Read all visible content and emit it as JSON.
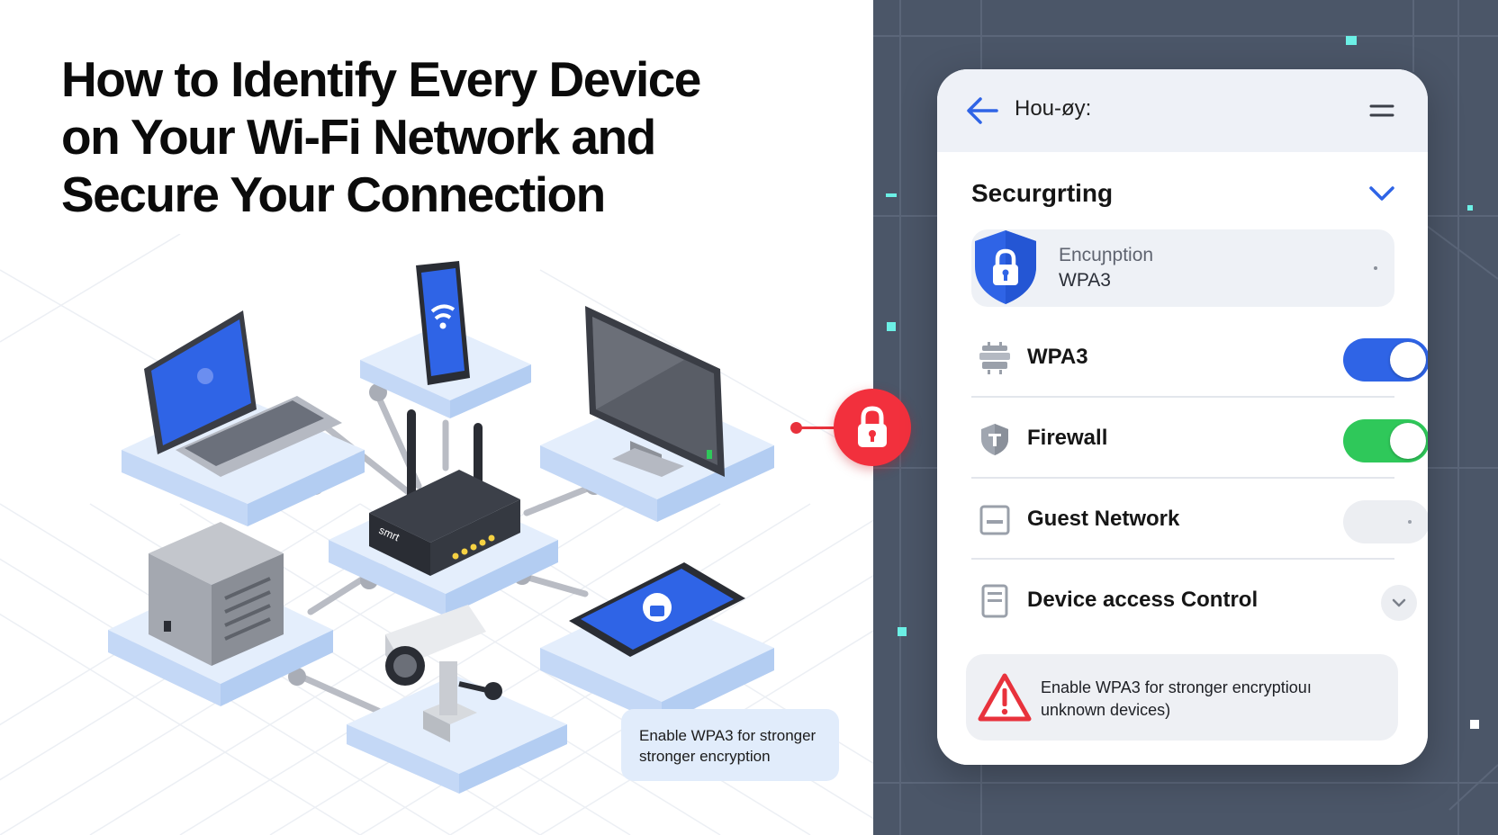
{
  "article": {
    "headline_lines": [
      "How to Identify Every Device",
      "on Your Wi-Fi Network and",
      "Secure Your Connection"
    ],
    "router_label": "smrt",
    "tip_lines": [
      "Enable WPA3 for stronger",
      "stronger encryption"
    ]
  },
  "app": {
    "title": "Hou-øy:",
    "section_title": "Securgrting",
    "encryption": {
      "label": "Encuɲption",
      "value": "WPA3"
    },
    "settings": [
      {
        "label": "WPA3",
        "state": "on",
        "color": "#2f64e6"
      },
      {
        "label": "Firewall",
        "state": "on",
        "color": "#2fc85a"
      },
      {
        "label": "Guest Network",
        "state": "off",
        "color": "#eceef2"
      },
      {
        "label": "Device access Control",
        "state": "expand"
      }
    ],
    "alert_lines": [
      "Enable WPA3 for stronger encryptiouı",
      "unknown devices)"
    ]
  },
  "colors": {
    "accent_blue": "#2f64e6",
    "toggle_green": "#2fc85a",
    "alert_red": "#e8323c",
    "platform_blue": "#d5e4fa",
    "dark_background": "#4b5668"
  },
  "icons": {
    "back": "arrow-left-icon",
    "menu": "hamburger-menu-icon",
    "section_toggle": "chevron-down-icon",
    "encryption": "shield-lock-icon",
    "alert": "warning-triangle-icon",
    "security_badge": "padlock-icon"
  }
}
